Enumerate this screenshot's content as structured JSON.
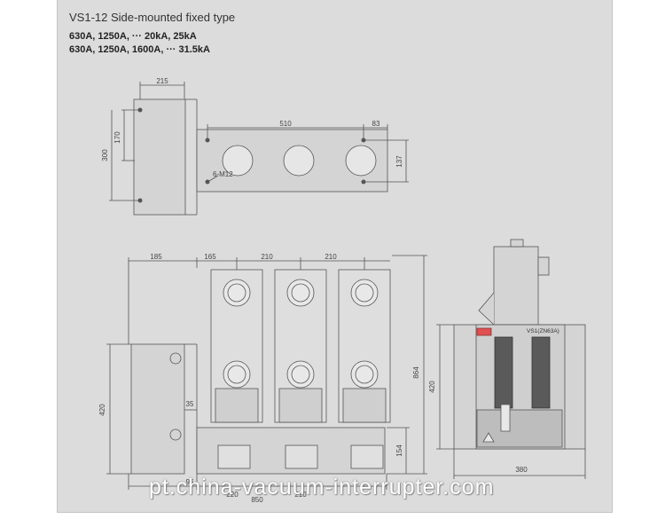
{
  "title": "VS1-12 Side-mounted fixed type",
  "specs": [
    "630A, 1250A, ··· 20kA, 25kA",
    "630A, 1250A, 1600A, ··· 31.5kA"
  ],
  "top_view": {
    "dim_215": "215",
    "dim_170": "170",
    "dim_300": "300",
    "dim_510": "510",
    "dim_83": "83",
    "dim_137": "137",
    "bolt_label": "6-M12"
  },
  "front_view": {
    "dim_185": "185",
    "dim_165": "165",
    "dim_210_a": "210",
    "dim_210_b": "210",
    "dim_420": "420",
    "dim_35": "35",
    "dim_864": "864",
    "dim_154": "154",
    "dim_95": "95",
    "dim_220": "220",
    "dim_210_bottom": "210",
    "dim_850": "850"
  },
  "side_view": {
    "dim_420": "420",
    "dim_380": "380",
    "nameplate": "VS1(ZN63A)"
  },
  "watermark": "pt.china-vacuum-interrupter.com"
}
